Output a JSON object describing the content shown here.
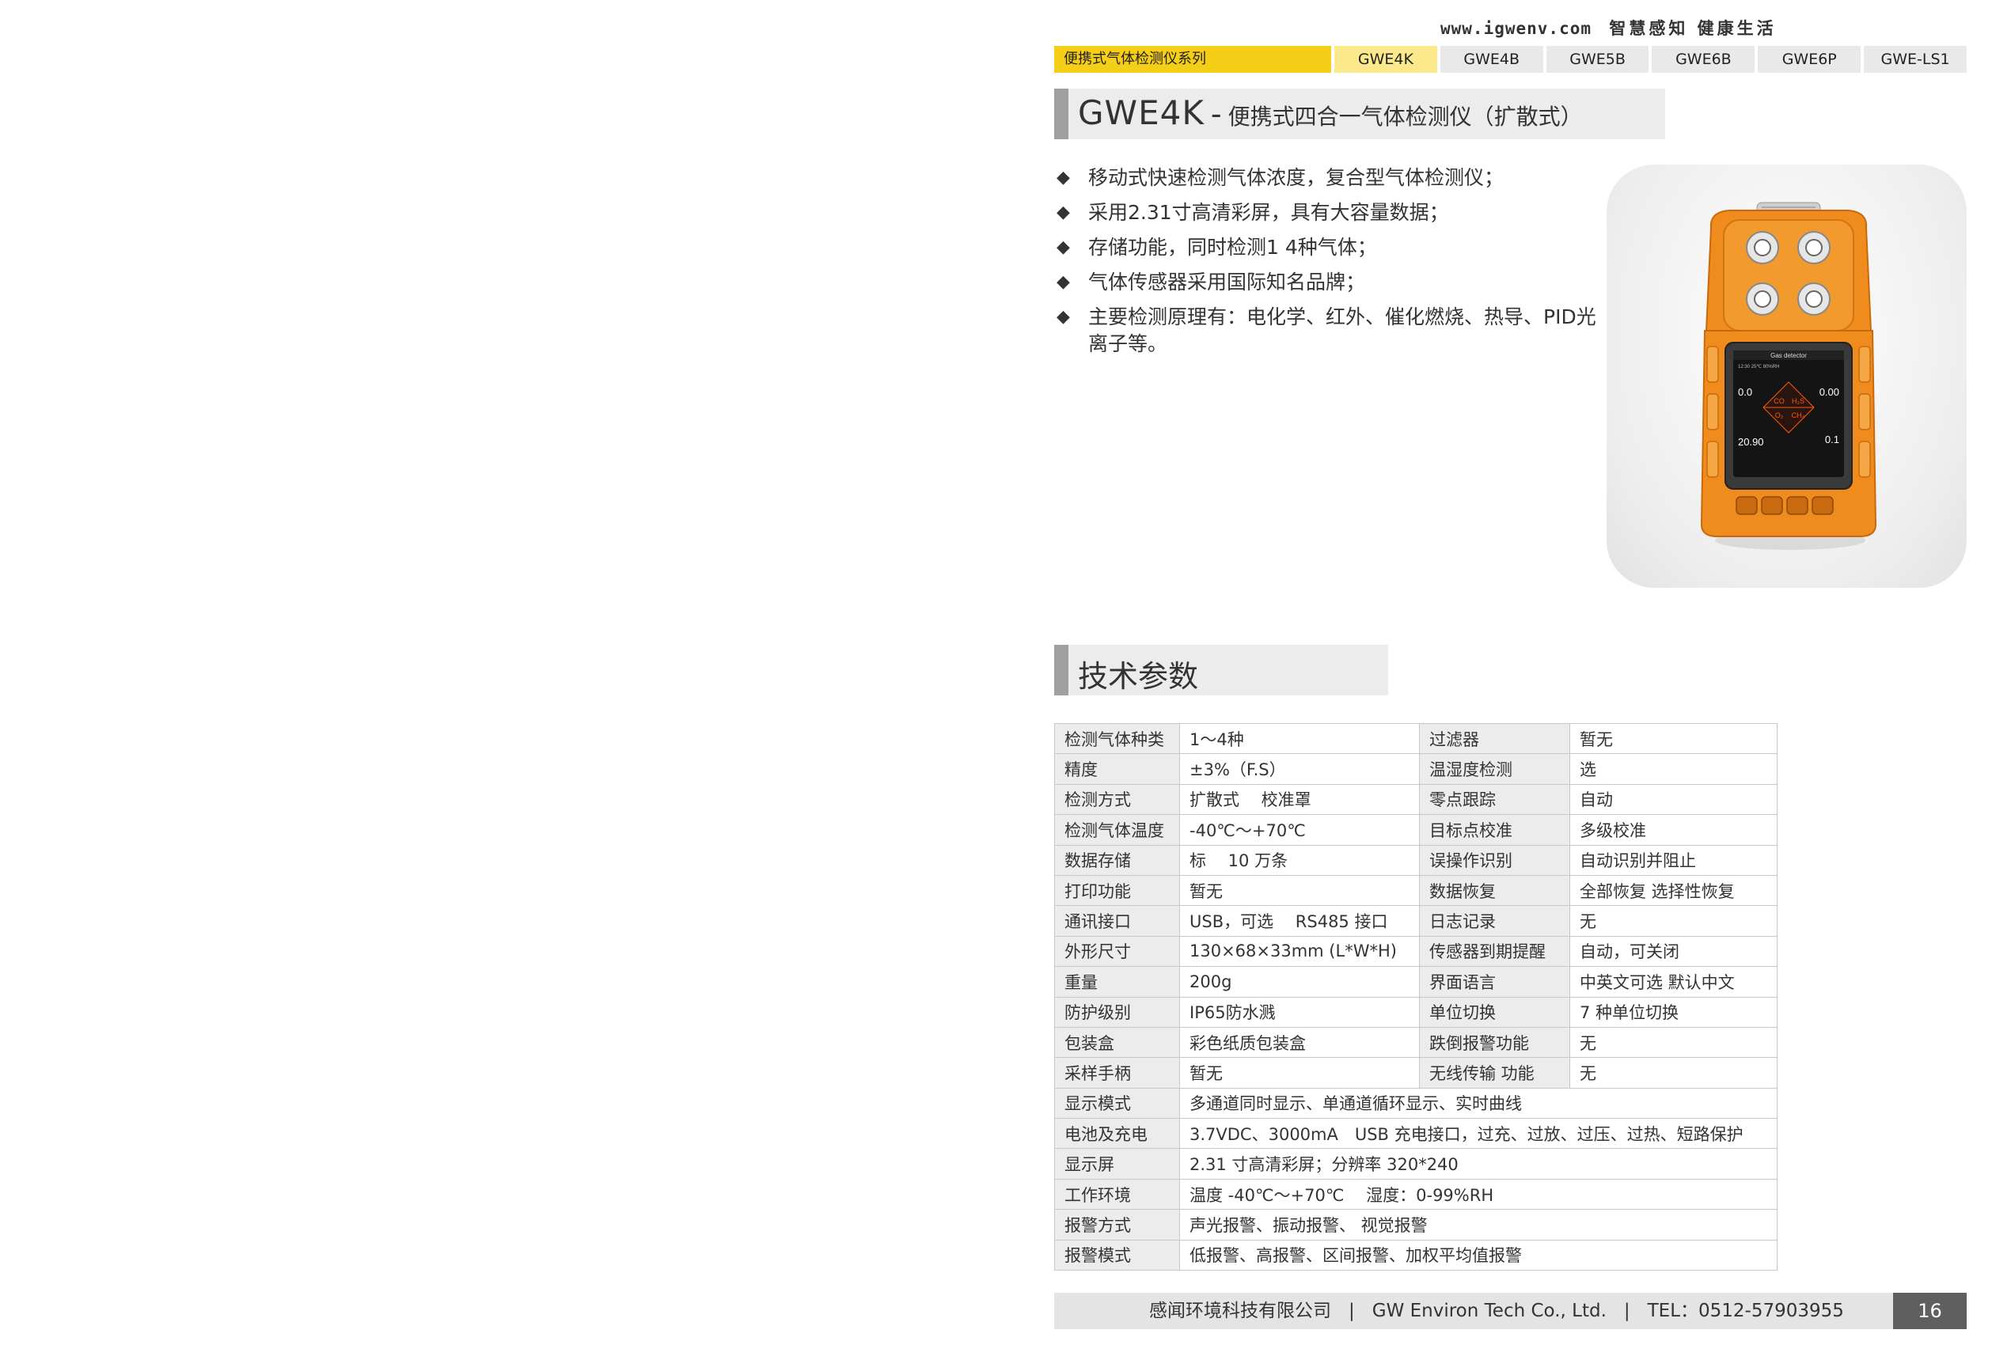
{
  "header": {
    "url": "www.igwenv.com",
    "slogan": "智慧感知 健康生活"
  },
  "nav": {
    "series": "便携式气体检测仪系列",
    "tabs": [
      "GWE4K",
      "GWE4B",
      "GWE5B",
      "GWE6B",
      "GWE6P",
      "GWE-LS1"
    ],
    "active_tab": "GWE4K",
    "accent_color": "#f5cf17"
  },
  "product": {
    "model": "GWE4K",
    "dash": "-",
    "name": "便携式四合一气体检测仪（扩散式）",
    "bullet_icon": "diamond-bullet-icon",
    "features": [
      "移动式快速检测气体浓度，复合型气体检测仪；",
      "采用2.31寸高清彩屏，具有大容量数据；",
      "存储功能，同时检测1 4种气体；",
      "气体传感器采用国际知名品牌；",
      "主要检测原理有：电化学、红外、催化燃烧、热导、PID光离子等。"
    ],
    "device_screen": {
      "header": "Gas detector",
      "status": "12:30 25℃ 80%RH",
      "val_tl": "0.0",
      "val_tr": "0.00",
      "val_bl": "20.90",
      "val_br": "0.1",
      "gas_tl": "CO",
      "gas_tr": "H₂S",
      "gas_bl": "O₂",
      "gas_br": "CH₄"
    },
    "device_color": "#f08c1e"
  },
  "specs": {
    "title": "技术参数",
    "rows_4col": [
      [
        "检测气体种类",
        "1～4种",
        "过滤器",
        "暂无"
      ],
      [
        "精度",
        "±3%（F.S）",
        "温湿度检测",
        "选"
      ],
      [
        "检测方式",
        "扩散式　 校准罩",
        "零点跟踪",
        "自动"
      ],
      [
        "检测气体温度",
        "-40℃～+70℃",
        "目标点校准",
        "多级校准"
      ],
      [
        "数据存储",
        "标　 10 万条",
        "误操作识别",
        "自动识别并阻止"
      ],
      [
        "打印功能",
        "暂无",
        "数据恢复",
        "全部恢复 选择性恢复"
      ],
      [
        "通讯接口",
        "USB，可选　 RS485 接口",
        "日志记录",
        "无"
      ],
      [
        "外形尺寸",
        "130×68×33mm (L*W*H)",
        "传感器到期提醒",
        "自动，可关闭"
      ],
      [
        "重量",
        "200g",
        "界面语言",
        "中英文可选 默认中文"
      ],
      [
        "防护级别",
        "IP65防水溅",
        "单位切换",
        "7 种单位切换"
      ],
      [
        "包装盒",
        "彩色纸质包装盒",
        "跌倒报警功能",
        "无"
      ],
      [
        "采样手柄",
        "暂无",
        "无线传输 功能",
        "无"
      ]
    ],
    "rows_2col": [
      [
        "显示模式",
        "多通道同时显示、单通道循环显示、实时曲线"
      ],
      [
        "电池及充电",
        "3.7VDC、3000mA　USB 充电接口，过充、过放、过压、过热、短路保护"
      ],
      [
        "显示屏",
        "2.31 寸高清彩屏；分辨率 320*240"
      ],
      [
        "工作环境",
        "温度 -40℃～+70℃　 湿度：0-99%RH"
      ],
      [
        "报警方式",
        "声光报警、振动报警、 视觉报警"
      ],
      [
        "报警模式",
        "低报警、高报警、区间报警、加权平均值报警"
      ]
    ]
  },
  "footer": {
    "company_cn": "感闻环境科技有限公司",
    "separator": "|",
    "company_en": "GW Environ Tech Co., Ltd.",
    "tel": "TEL：0512-57903955",
    "page": "16"
  }
}
